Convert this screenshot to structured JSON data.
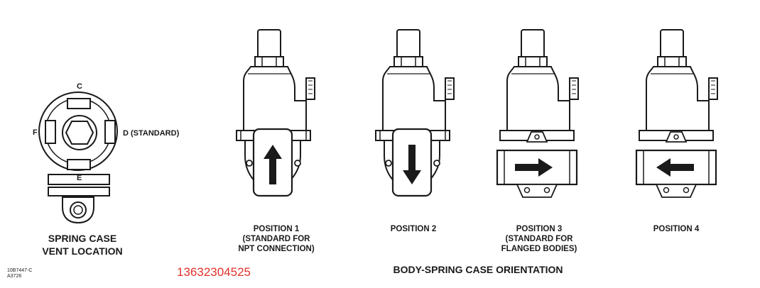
{
  "vent": {
    "title_lines": [
      "SPRING CASE",
      "VENT LOCATION"
    ],
    "letters": {
      "top": "C",
      "left": "F",
      "right": "D (STANDARD)",
      "bottom": "E"
    }
  },
  "positions": [
    {
      "lines": [
        "POSITION 1",
        "(STANDARD FOR",
        "NPT CONNECTION)"
      ],
      "arrow": "up"
    },
    {
      "lines": [
        "POSITION 2"
      ],
      "arrow": "down"
    },
    {
      "lines": [
        "POSITION 3",
        "(STANDARD FOR",
        "FLANGED BODIES)"
      ],
      "arrow": "right"
    },
    {
      "lines": [
        "POSITION 4"
      ],
      "arrow": "left"
    }
  ],
  "title": "BODY-SPRING CASE ORIENTATION",
  "code_lines": [
    "10B7447-C",
    "A3726"
  ],
  "phone": "13632304525",
  "colors": {
    "ink": "#1a1a1a",
    "phone": "#e0322b"
  }
}
